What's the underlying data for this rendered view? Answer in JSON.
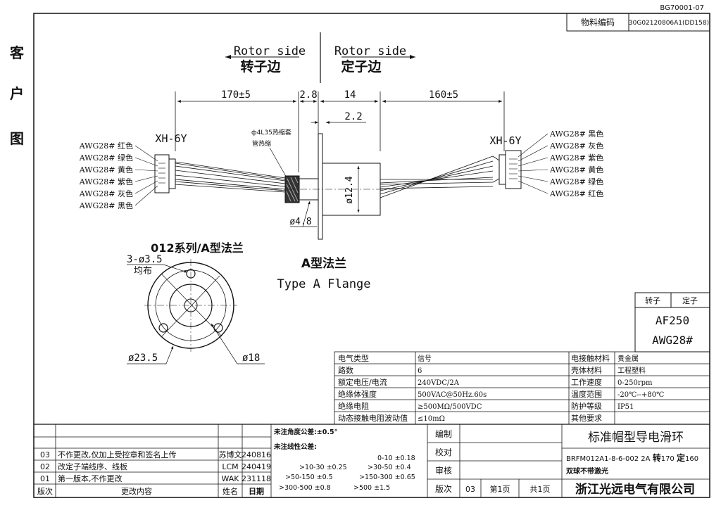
{
  "doc_code": "BG70001-07",
  "left_label": [
    "客",
    "户",
    "图"
  ],
  "material": {
    "label": "物料编码",
    "value": "30G02120806A1(DD158)"
  },
  "rotor_en": "Rotor side",
  "rotor_cn": "转子边",
  "stator_en": "Rotor side",
  "stator_cn": "定子边",
  "dims": {
    "d170": "170±5",
    "d2_8": "2.8",
    "d14": "14",
    "d160": "160±5",
    "d2_2": "2.2",
    "d12_4": "ø12.4",
    "d4_8": "ø4.8"
  },
  "connector_left": "XH-6Y",
  "connector_right": "XH-6Y",
  "heat_shrink": [
    "ф4L35热缩套",
    "管热缩"
  ],
  "wires_left": [
    "AWG28# 红色",
    "AWG28# 绿色",
    "AWG28# 黄色",
    "AWG28# 紫色",
    "AWG28# 灰色",
    "AWG28# 黑色"
  ],
  "wires_right": [
    "AWG28# 黑色",
    "AWG28# 灰色",
    "AWG28# 紫色",
    "AWG28# 黄色",
    "AWG28# 绿色",
    "AWG28# 红色"
  ],
  "flange_series": "012系列/A型法兰",
  "holes": "3-ø3.5",
  "holes_note": "均布",
  "d23_5": "ø23.5",
  "d18": "ø18",
  "flange_cn": "A型法兰",
  "flange_en": "Type A Flange",
  "rotor_stator": {
    "rotor": "转子",
    "stator": "定子",
    "v1": "AF250",
    "v2": "AWG28#"
  },
  "spec_rows": [
    [
      "电气类型",
      "信号",
      "电接触材料",
      "贵金属"
    ],
    [
      "路数",
      "6",
      "壳体材料",
      "工程塑料"
    ],
    [
      "额定电压/电流",
      "240VDC/2A",
      "工作速度",
      "0-250rpm"
    ],
    [
      "绝缘体强度",
      "500VAC@50Hz.60s",
      "温度范围",
      "-20℃--+80℃"
    ],
    [
      "绝缘电阻",
      "≥500MΩ/500VDC",
      "防护等级",
      "IP51"
    ],
    [
      "动态接触电阻波动值",
      "≤10mΩ",
      "其他要求",
      ""
    ]
  ],
  "revisions": [
    {
      "ver": "03",
      "desc": "不作更改,仅加上受控章和签名上传",
      "name": "苏博文",
      "date": "240816"
    },
    {
      "ver": "02",
      "desc": "改定子端线序、线板",
      "name": "LCM",
      "date": "240419"
    },
    {
      "ver": "01",
      "desc": "第一版本,不作更改",
      "name": "WAK",
      "date": "231118"
    }
  ],
  "rev_headers": {
    "ver": "版次",
    "desc": "更改内容",
    "name": "姓名",
    "date": "日期"
  },
  "tol": {
    "angle": "未注角度公差:±0.5°",
    "linear": "未注线性公差:",
    "items": [
      "0-10 ±0.18",
      ">10-30 ±0.25",
      ">30-50 ±0.4",
      ">50-150 ±0.5",
      ">150-300 ±0.65",
      ">300-500 ±0.8",
      ">500 ±1.5"
    ]
  },
  "sign": {
    "draw": "编制",
    "check": "校对",
    "review": "审核",
    "rev": "版次",
    "rev_val": "03",
    "page": "第1页",
    "total": "共1页"
  },
  "product_name": "标准帽型导电滑环",
  "model_prefix": "BRFM012A1-8-6-002 2A ",
  "model_zhuan": "转",
  "model_n1": "170 ",
  "model_ding": "定",
  "model_n2": "160",
  "model_note": "双球不带激光",
  "company": "浙江光远电气有限公司"
}
